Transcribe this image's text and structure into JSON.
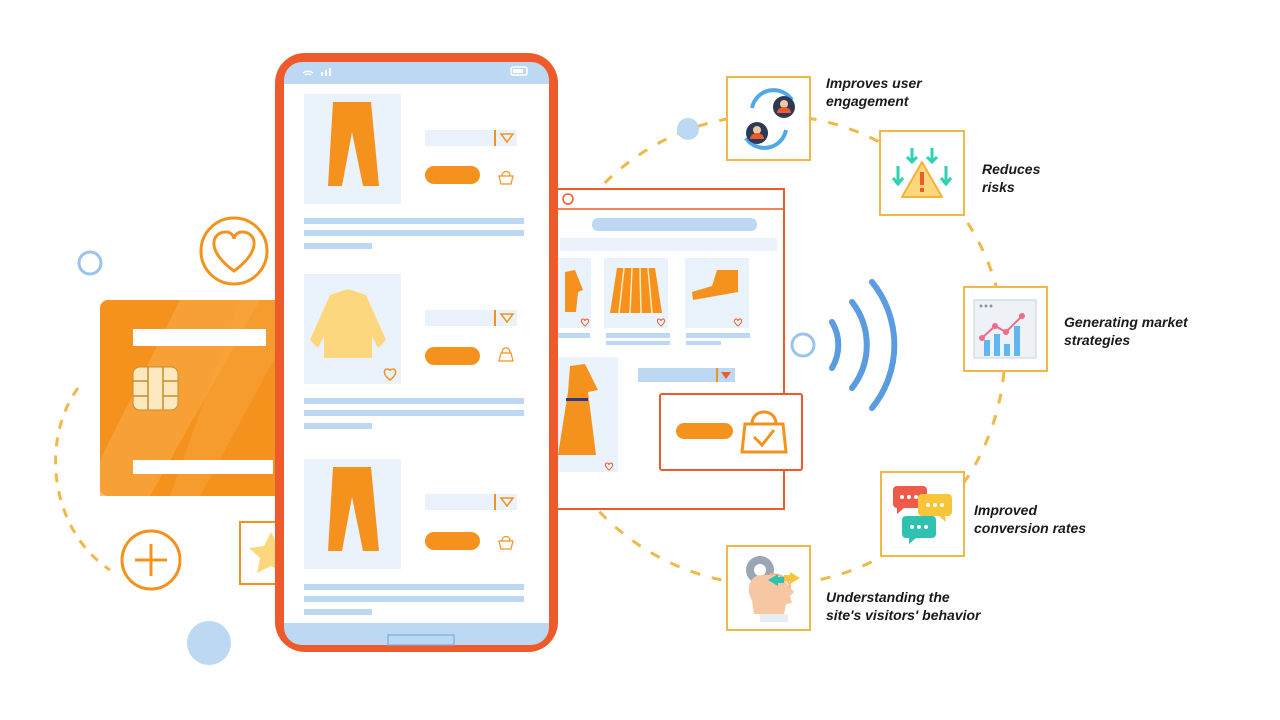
{
  "benefits": [
    {
      "icon": "user-sync-icon",
      "line1": "Improves user",
      "line2": "engagement"
    },
    {
      "icon": "risk-warning-icon",
      "line1": "Reduces",
      "line2": "risks"
    },
    {
      "icon": "market-chart-icon",
      "line1": "Generating market",
      "line2": "strategies"
    },
    {
      "icon": "chat-bubbles-icon",
      "line1": "Improved",
      "line2": "conversion rates"
    },
    {
      "icon": "head-gear-icon",
      "line1": "Understanding the",
      "line2": "site's visitors' behavior"
    }
  ],
  "colors": {
    "orange": "#f5921e",
    "red_orange": "#ef5a2a",
    "light_blue": "#bcd8f2",
    "blue": "#5b9be0",
    "gold": "#f2b847",
    "yellow": "#fdd77e"
  }
}
